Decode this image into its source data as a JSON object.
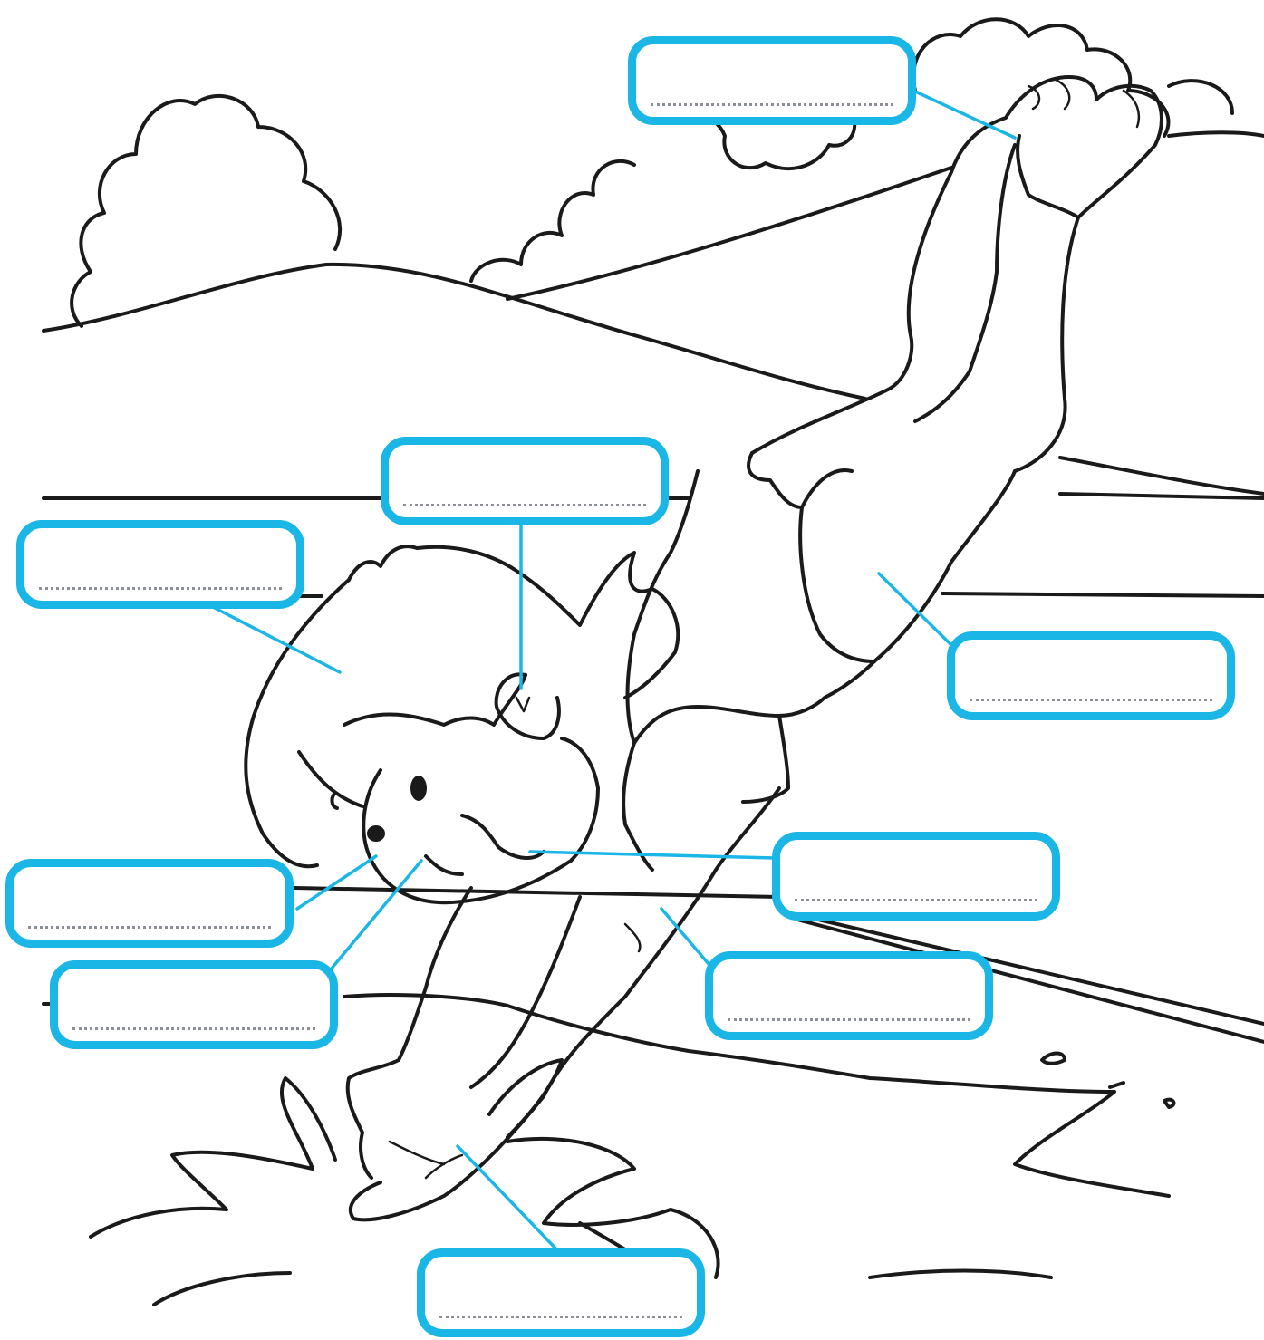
{
  "worksheet": {
    "accent_color": "#1ab6e6",
    "line_color": "#1a1a1a",
    "labels": [
      {
        "id": "toes",
        "answer": ""
      },
      {
        "id": "ear",
        "answer": ""
      },
      {
        "id": "hair",
        "answer": ""
      },
      {
        "id": "stomach",
        "answer": ""
      },
      {
        "id": "nose",
        "answer": ""
      },
      {
        "id": "mouth",
        "answer": ""
      },
      {
        "id": "arm",
        "answer": ""
      },
      {
        "id": "chin",
        "answer": ""
      },
      {
        "id": "hand",
        "answer": ""
      }
    ]
  }
}
